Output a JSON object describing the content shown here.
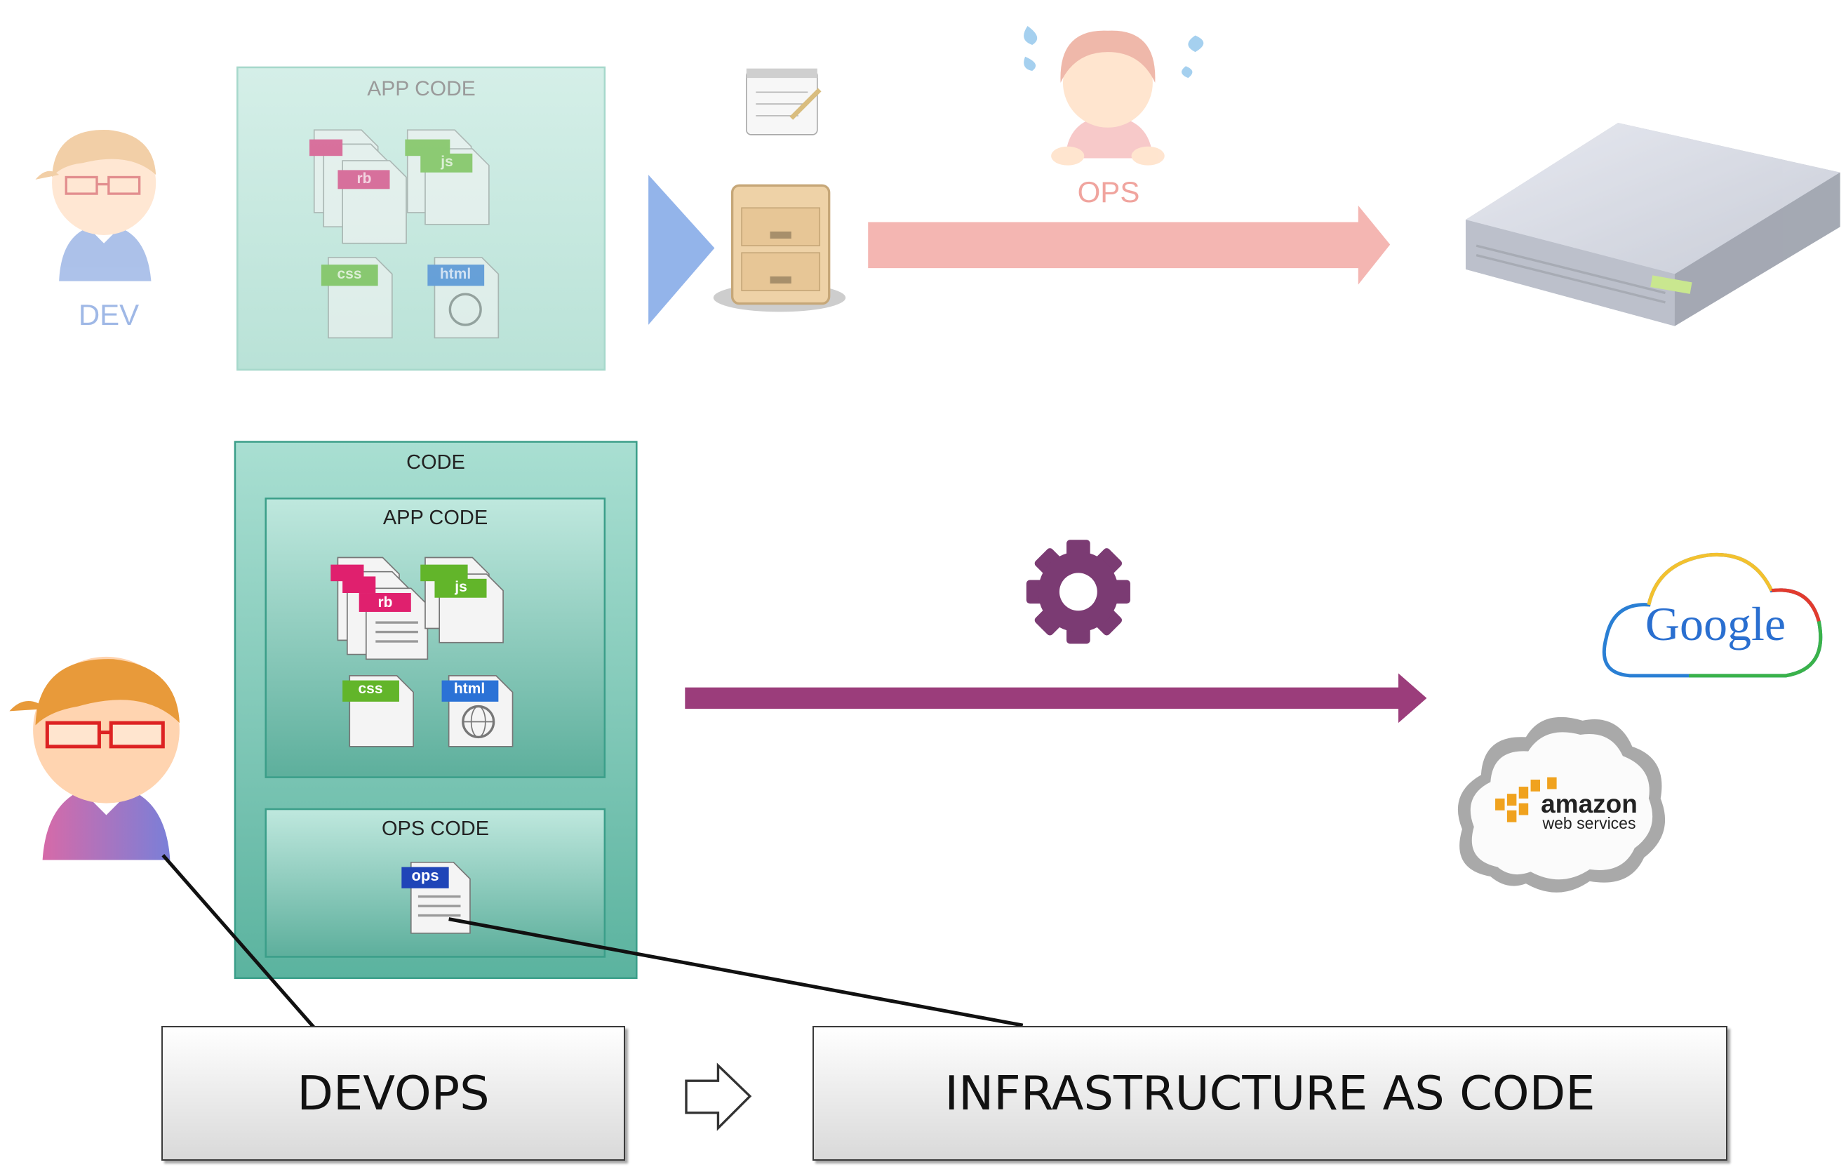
{
  "top_flow": {
    "dev_label": "DEV",
    "app_code_title": "APP CODE",
    "ops_label": "OPS",
    "file_tags": [
      "rb",
      "js",
      "css",
      "html"
    ]
  },
  "bottom_flow": {
    "code_title": "CODE",
    "app_code_title": "APP CODE",
    "ops_code_title": "OPS CODE",
    "ops_file_tag": "ops",
    "file_tags": [
      "rb",
      "js",
      "css",
      "html"
    ]
  },
  "clouds": {
    "google": "Google",
    "amazon_line1": "amazon",
    "amazon_line2": "web services"
  },
  "boxes": {
    "devops": "DEVOPS",
    "iac": "INFRASTRUCTURE AS CODE"
  },
  "colors": {
    "ops_arrow": "#f4b6b2",
    "deploy_arrow": "#9b3d7b",
    "gear": "#7b3b73",
    "code_box": "#7fcab8",
    "dev_label": "#9fb8e6",
    "ops_label": "#f0a49e"
  }
}
